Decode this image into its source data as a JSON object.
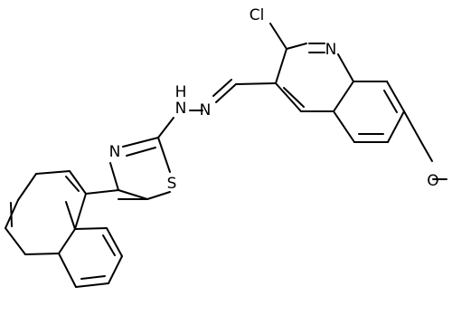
{
  "molecule": {
    "atoms": {
      "cl": "Cl",
      "n_quinoline": "N",
      "o_methoxy": "O",
      "n_hydrazone_nh": "N",
      "h_hydrazone": "H",
      "n_hydrazone_eq": "N",
      "n_thiazole": "N",
      "s_thiazole": "S"
    }
  },
  "colors": {
    "bond": "#000000",
    "label": "#000000",
    "background": "#ffffff"
  }
}
